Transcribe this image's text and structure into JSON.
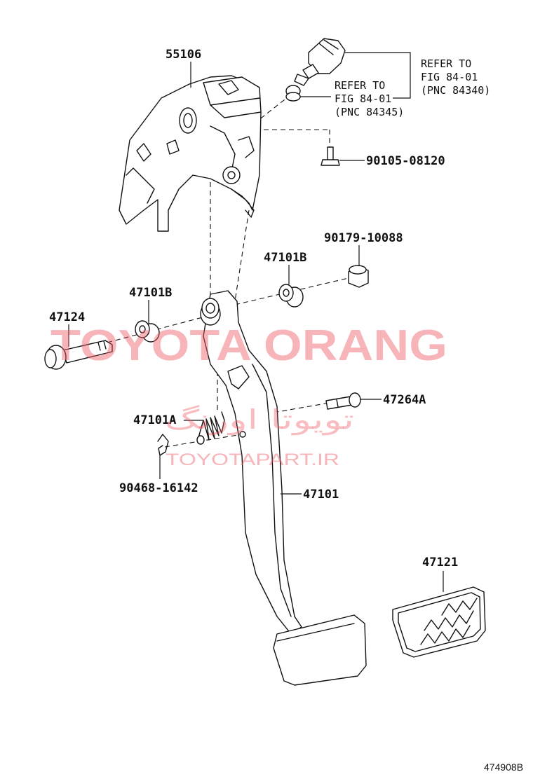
{
  "labels": {
    "p55106": "55106",
    "refer1_line1": "REFER TO",
    "refer1_line2": "FIG 84-01",
    "refer1_line3": "(PNC 84340)",
    "refer2_line1": "REFER TO",
    "refer2_line2": "FIG 84-01",
    "refer2_line3": "(PNC 84345)",
    "p90105": "90105-08120",
    "p90179": "90179-10088",
    "p47101B_right": "47101B",
    "p47101B_left": "47101B",
    "p47124": "47124",
    "p47264A": "47264A",
    "p47101A": "47101A",
    "p90468": "90468-16142",
    "p47101": "47101",
    "p47121": "47121"
  },
  "watermark": {
    "brand": "TOYOTA ORANG",
    "persian": "تویوتا اورنگ",
    "url": "TOYOTAPART.IR"
  },
  "figure_code": "474908B",
  "colors": {
    "ink": "#111111",
    "watermark": "#f05a64",
    "background": "#ffffff"
  }
}
